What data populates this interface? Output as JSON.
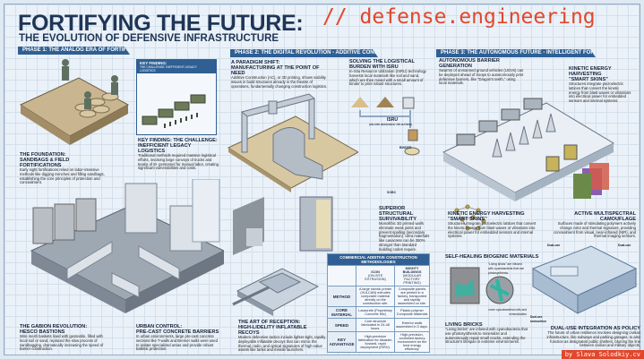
{
  "header": {
    "title": "FORTIFYING THE FUTURE:",
    "subtitle": "THE EVOLUTION OF DEFENSIVE INFRASTRUCTURE",
    "watermark": "// defense.engineering"
  },
  "phase1": {
    "banner": "PHASE 1: THE ANALOG ERA OF FORTIFICATION",
    "foundation": {
      "title": "THE FOUNDATION:",
      "title2": "SANDBAGS & FIELD FORTIFICATIONS",
      "text": "Early sight fortifications relied on labor-intensive methods like digging trenches and filling sandbags, establishing the core principles of protection and concealment."
    },
    "key_box": {
      "title": "KEY FINDING:",
      "subtitle": "THE CHALLENGE: INEFFICIENT LEGACY LOGISTICS"
    },
    "key_finding": {
      "title": "KEY FINDING: THE CHALLENGE:",
      "title2": "INEFFICIENT LEGACY LOGISTICS",
      "text": "Traditional methods required massive logistical efforts, involving large convoys of trucks and teams of 8+ personnel for manual labor, creating significant vulnerabilities and costs."
    },
    "gabion": {
      "title": "THE GABION REVOLUTION:",
      "title2": "HESCO BASTIONS",
      "text": "Wire mesh baskets lined with geotextile, filled with local soil or sand, replaced the slow process of sandbagging, dramatically increasing the speed of barrier construction."
    },
    "urban": {
      "title": "URBAN CONTROL:",
      "title2": "PRE-CAST CONCRETE BARRIERS",
      "text": "In urban environments, large pre-cast concrete sections like T-walls and Bremer walls were used to isolate specialized areas and provide robust ballistic protection."
    }
  },
  "phase2": {
    "banner": "PHASE 2: THE DIGITAL REVOLUTION - ADDITIVE CONSTRUCTION",
    "paradigm": {
      "title": "A PARADIGM SHIFT:",
      "title2": "MANUFACTURING AT THE POINT OF NEED",
      "text": "Additive Construction (AC), or 3D printing, shows viability issues in build structures already in the theatre of operations, fundamentally changing construction logistics."
    },
    "isru": {
      "title": "SOLVING THE LOGISTICAL",
      "title2": "BURDEN WITH ISRU",
      "text": "In-Situ Resource Utilization (ISRU) technology harvests local materials like soil and sand, which are then mixed with a small amount of binder to print robust structures.",
      "label": "ISRU",
      "label_sub": "(ON-SITE RESOURCE UTILIZATION)",
      "binder": "BINDER",
      "output": "SOBC"
    },
    "survivability": {
      "title": "SUPERIOR STRUCTURAL",
      "title2": "SURVIVABILITY",
      "text": "Monolithic 3D printed walls eliminate weak joints and prevent spalling (secondary fragmentation). Ultra materials like Lavacrete can be 350% stronger than standard building codes require."
    },
    "decoys": {
      "title": "THE ART OF RECEPTION:",
      "title2": "HIGH-LIDELITY INFLATABLE RECOYS",
      "text": "Modern defensive tactics include lighter-tight, rapidly deployable inflatable decoys that can mimic the thermal, radio, and optical signatures of high-value assets like tanks and missile launchers."
    },
    "table": {
      "title": "COMMERCIAL ADDITIVE CONSTRUCTION METHODOLOGIES",
      "cols": [
        {
          "name": "ICON",
          "sub": "(ON-SITE EXTRUSION)"
        },
        {
          "name": "MIGHTY BUILDINGS",
          "sub": "(MODULAR FACTORY PRINTING)"
        }
      ],
      "rows": [
        {
          "label": "METHOD",
          "a": "A large robotic printer (VULCAN) extrudes composite material directly on the construction site.",
          "b": "Composite panels are printed in a factory, transported and rapidly assembled on site."
        },
        {
          "label": "CORE MATERIAL",
          "a": "Lavacrete (Proprietary Concrete Mix)",
          "b": "Plastic polymer Composite Materials"
        },
        {
          "label": "SPEED",
          "a": "Core structure fabricated in 24-48 hours.",
          "b": "Exterior walls assembled in 3 days."
        },
        {
          "label": "KEY ADVANTAGE",
          "a": "High-precision fabrication for disaster-forward, rapid deployment (ISRU).",
          "b": "High-precision, controlled factory environment for the best energy efficiency."
        }
      ]
    }
  },
  "phase3": {
    "banner": "PHASE 3: THE AUTONOMOUS FUTURE - INTELLIGENT FORTIFICATIONS",
    "autonomous": {
      "title": "AUTONOMOUS BARRIER GENERATION",
      "text": "Swarms of unmanned ground vehicles (UGVs) can be deployed ahead of troops to autonomously print defensive barriers, like \"Dragon's teeth,\" using local materials."
    },
    "kinetic_top": {
      "title": "KINETIC ENERGY HARVESTING",
      "title2": "\"SMART SKINS\"",
      "text": "Structures integrate piezoelectric lattices that convert the kinetic energy from blast waves or vibrations into electrical power for embedded sensors and internal systems."
    },
    "kinetic": {
      "title": "KINETIC ENERGY HARVESTING",
      "title2": "\"SMART SKINS\"",
      "text": "Structures integrate piezoelectric lattices that convert the kinetic energy from blast waves or vibrations into electrical power for embedded sensors and internal systems."
    },
    "camo": {
      "title": "ACTIVE MULTISPECTRAL CAMOUFLAGE",
      "text": "Surfaces made of stimulating polymers actively change color and thermal signature, providing concealment from visual, near-infrared (NIR), and thermal imaging sensors."
    },
    "self_healing": {
      "title": "SELF-HEALING BIOGENIC MATERIALS",
      "note": "\"Living bricks\" are infused with cyanobacteria that use photosynthesis.",
      "note2": "cover cyanobacterial cells and mineralization"
    },
    "living": {
      "title": "LIVING BRICKS",
      "text": "\"Living bricks\" are infused with cyanobacteria that use photosynthesis to mineralize and autonomously repair small cracks, extending the structure's lifespan in extreme environments."
    },
    "dual": {
      "title": "DUAL-USE INTEGRATION AS POLICY",
      "text": "The future of urban resilience involves designing civilian infrastructure, like subways and parking garages, to also function as designated public shelters, blurring the line between civilian and military objects.",
      "tag1": "Dual-use",
      "tag2": "Dual-use",
      "tag3": "Dual-use ammunition"
    }
  },
  "credit": "by Slava Solodkiy.cv"
}
